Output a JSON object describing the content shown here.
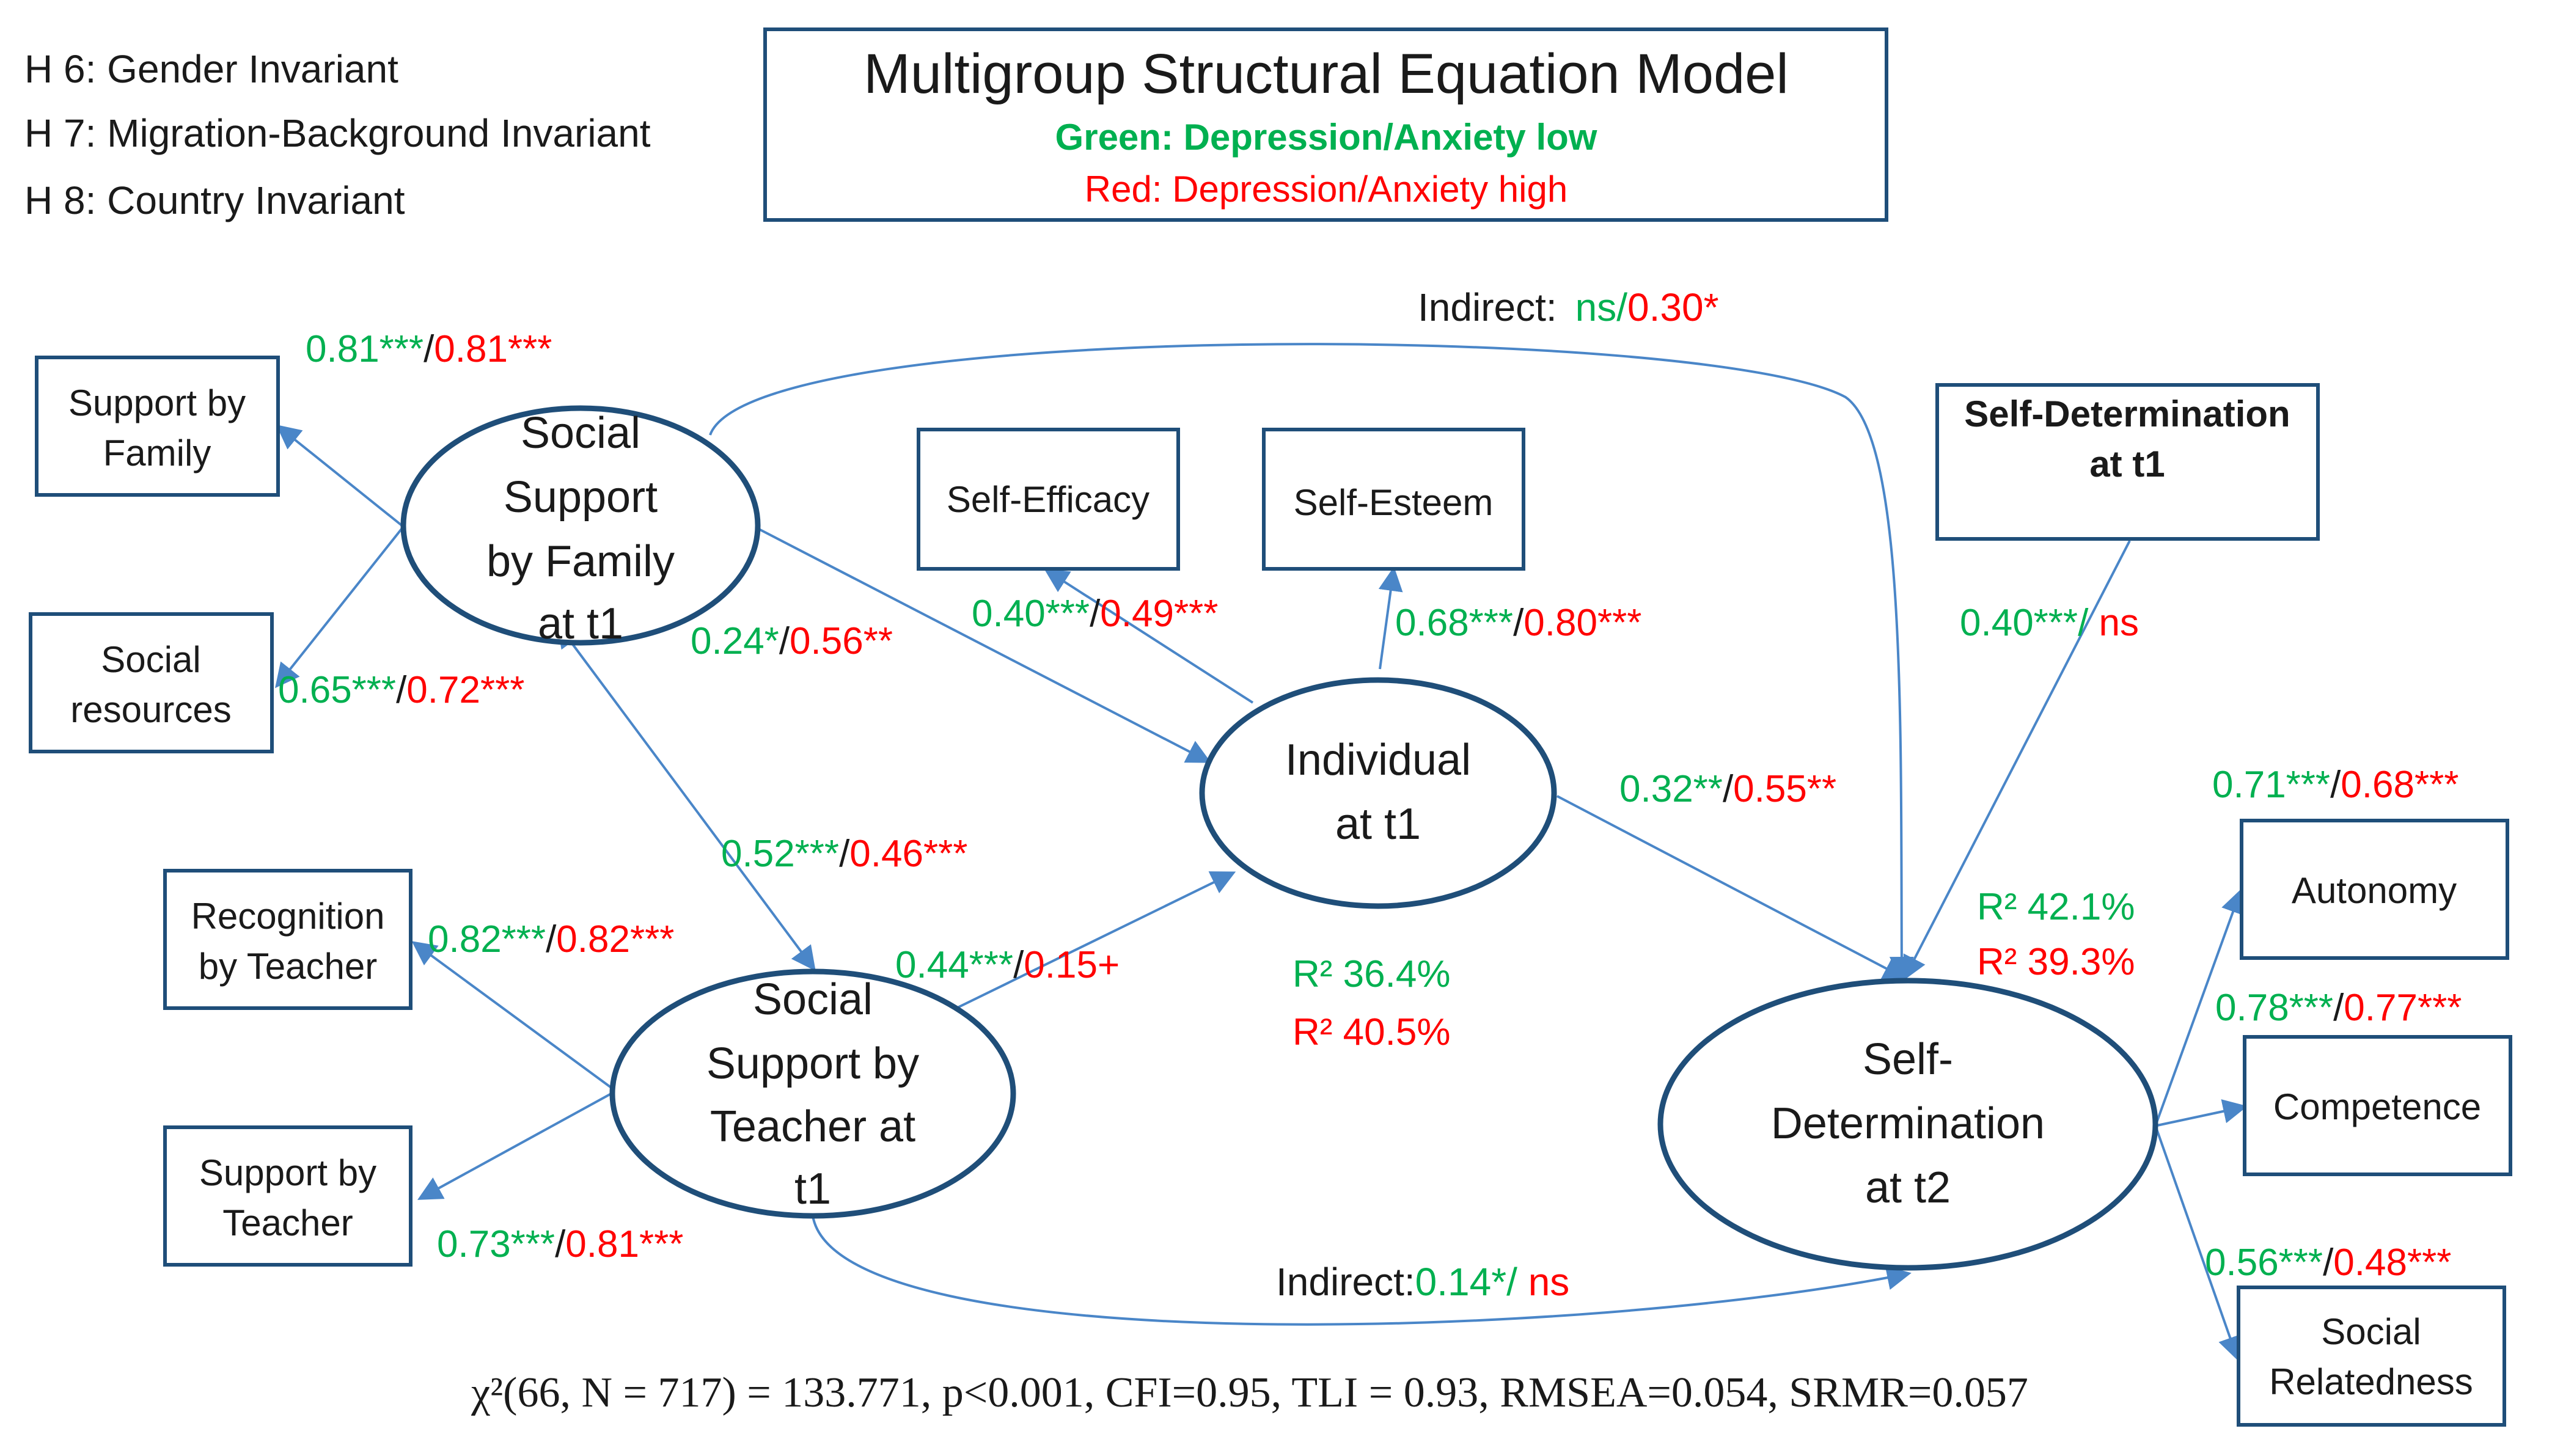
{
  "hypotheses": [
    "H 6: Gender Invariant",
    "H 7: Migration-Background Invariant",
    "H 8: Country Invariant"
  ],
  "title_box": {
    "title": "Multigroup Structural Equation Model",
    "legend_green": "Green: Depression/Anxiety low",
    "legend_red": "Red: Depression/Anxiety high"
  },
  "colors": {
    "green": "#00b050",
    "red": "#ff0000",
    "node_border": "#1f4e79",
    "arrow": "#4a86c8"
  },
  "indicators": {
    "support_by_family": [
      "Support by",
      "Family"
    ],
    "social_resources": [
      "Social",
      "resources"
    ],
    "recognition_by_teacher": [
      "Recognition",
      "by Teacher"
    ],
    "support_by_teacher": [
      "Support by",
      "Teacher"
    ],
    "self_efficacy": [
      "Self-Efficacy"
    ],
    "self_esteem": [
      "Self-Esteem"
    ],
    "self_determination_t1": [
      "Self-Determination",
      "at t1"
    ],
    "autonomy": [
      "Autonomy"
    ],
    "competence": [
      "Competence"
    ],
    "social_relatedness": [
      "Social",
      "Relatedness"
    ]
  },
  "latents": {
    "family_support": [
      "Social",
      "Support",
      "by Family",
      "at t1"
    ],
    "teacher_support": [
      "Social",
      "Support by",
      "Teacher at",
      "t1"
    ],
    "individual": [
      "Individual",
      "at t1"
    ],
    "self_determination_t2": [
      "Self-",
      "Determination",
      "at t2"
    ]
  },
  "coefficients": {
    "family_to_support_by_family": {
      "green": "0.81***",
      "sep": "/",
      "red": "0.81***"
    },
    "family_to_social_resources": {
      "green": "0.65***",
      "sep": "/",
      "red": "0.72***"
    },
    "family_to_individual": {
      "green": "0.24*",
      "sep": "/",
      "red": "0.56**"
    },
    "family_teacher_covariance": {
      "green": "0.52***",
      "sep": "/",
      "red": "0.46***"
    },
    "teacher_to_recognition": {
      "green": "0.82***",
      "sep": "/",
      "red": "0.82***"
    },
    "teacher_to_support": {
      "green": "0.73***",
      "sep": "/",
      "red": "0.81***"
    },
    "teacher_to_individual": {
      "green": "0.44***",
      "sep": "/",
      "red": "0.15+"
    },
    "individual_to_self_efficacy": {
      "green": "0.40***",
      "sep": "/",
      "red": "0.49***"
    },
    "individual_to_self_esteem": {
      "green": "0.68***",
      "sep": "/",
      "red": "0.80***"
    },
    "individual_to_self_determination": {
      "green": "0.32**",
      "sep": "/",
      "red": "0.55**"
    },
    "sd_t1_to_sd_t2": {
      "green": "0.40***",
      "sep": "/ ",
      "red": "ns"
    },
    "sd_to_autonomy": {
      "green": "0.71***",
      "sep": "/",
      "red": "0.68***"
    },
    "sd_to_competence": {
      "green": "0.78***",
      "sep": "/",
      "red": "0.77***"
    },
    "sd_to_social_relatedness": {
      "green": "0.56***",
      "sep": "/",
      "red": "0.48***"
    }
  },
  "indirect_top": {
    "label": "Indirect:",
    "green": "ns",
    "sep": "/",
    "red": "0.30*"
  },
  "indirect_bottom": {
    "label": "Indirect:",
    "green": "0.14*",
    "sep": "/ ",
    "red": "ns"
  },
  "r_squared": {
    "individual": {
      "green": "R² 36.4%",
      "red": "R² 40.5%"
    },
    "self_determination": {
      "green": "R² 42.1%",
      "red": "R² 39.3%"
    }
  },
  "fit_statistics": "χ²(66, N = 717) = 133.771, p<0.001, CFI=0.95, TLI = 0.93, RMSEA=0.054, SRMR=0.057"
}
